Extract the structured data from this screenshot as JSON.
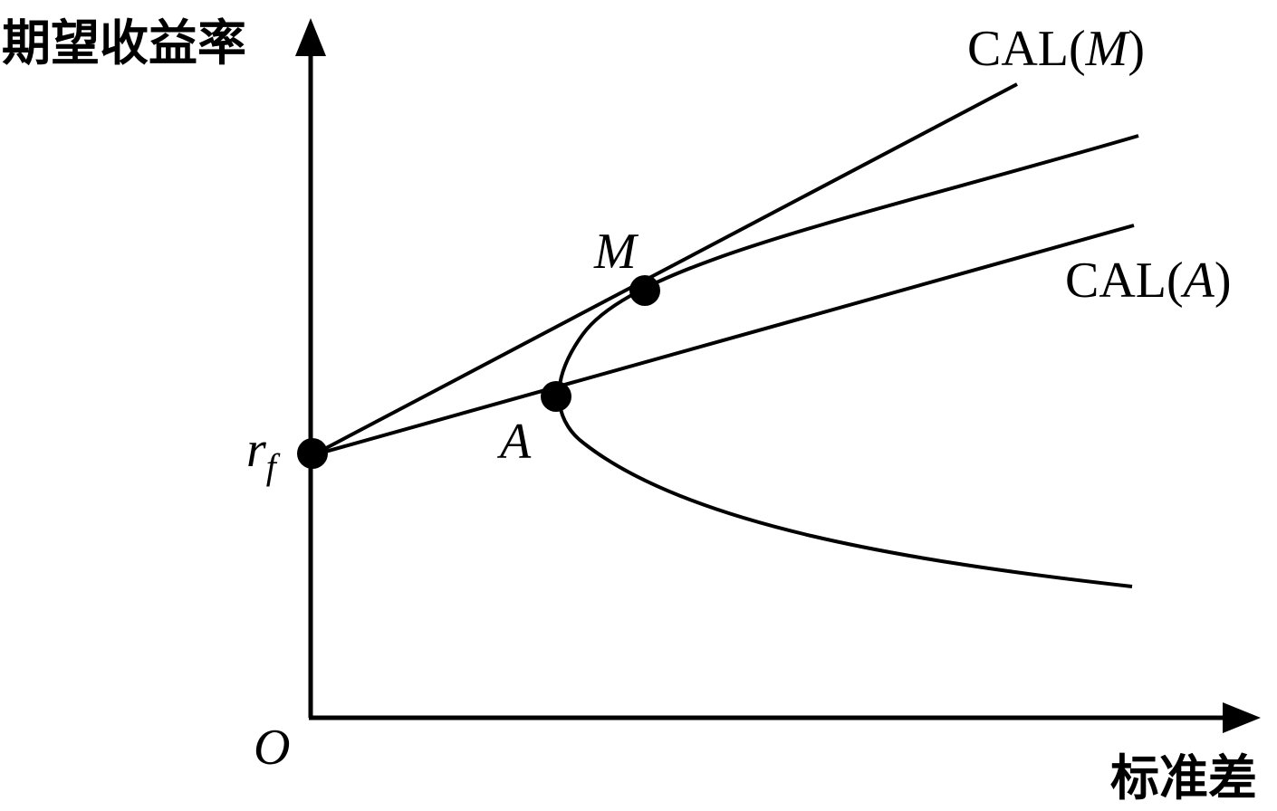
{
  "diagram": {
    "y_axis_label": "期望收益率",
    "x_axis_label": "标准差",
    "origin_label": "O",
    "rf_label": "r",
    "rf_subscript": "f",
    "point_m_label": "M",
    "point_a_label": "A",
    "cal_m": {
      "prefix": "CAL(",
      "var": "M",
      "suffix": ")"
    },
    "cal_a": {
      "prefix": "CAL(",
      "var": "A",
      "suffix": ")"
    }
  },
  "colors": {
    "ink": "#000000",
    "background": "#ffffff"
  }
}
